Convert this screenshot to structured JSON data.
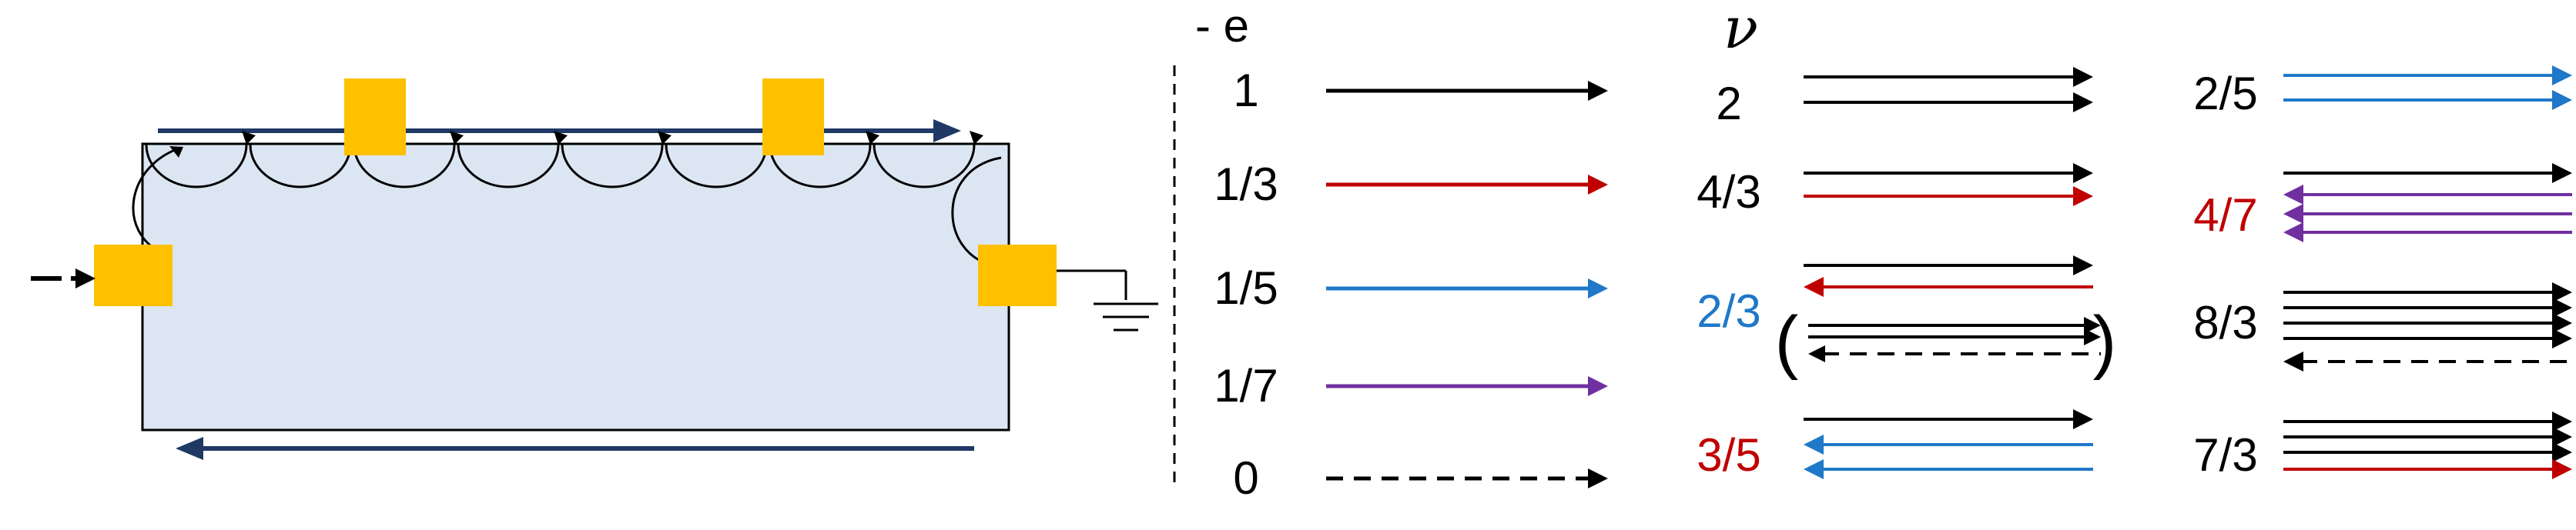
{
  "colors": {
    "black": "#000000",
    "red": "#c00000",
    "blue": "#1f78c8",
    "purple": "#7030a0",
    "navy": "#1f3864",
    "contact": "#ffc000",
    "sample": "#dce6f2"
  },
  "legend": {
    "header": "- e",
    "rows": [
      {
        "charge": "1",
        "color": "black",
        "style": "solid"
      },
      {
        "charge": "1/3",
        "color": "red",
        "style": "solid"
      },
      {
        "charge": "1/5",
        "color": "blue",
        "style": "solid"
      },
      {
        "charge": "1/7",
        "color": "purple",
        "style": "solid"
      },
      {
        "charge": "0",
        "color": "black",
        "style": "dashed"
      }
    ]
  },
  "filling_header": "ν",
  "fillings": [
    {
      "label": "2",
      "label_color": "black",
      "lines": [
        {
          "color": "black",
          "dir": "right",
          "style": "solid"
        },
        {
          "color": "black",
          "dir": "right",
          "style": "solid"
        }
      ]
    },
    {
      "label": "4/3",
      "label_color": "black",
      "lines": [
        {
          "color": "black",
          "dir": "right",
          "style": "solid"
        },
        {
          "color": "red",
          "dir": "right",
          "style": "solid"
        }
      ]
    },
    {
      "label": "2/3",
      "label_color": "blue",
      "lines": [
        {
          "color": "black",
          "dir": "right",
          "style": "solid"
        },
        {
          "color": "red",
          "dir": "left",
          "style": "solid"
        }
      ],
      "alt_lines": [
        {
          "color": "black",
          "dir": "right",
          "style": "solid"
        },
        {
          "color": "black",
          "dir": "right",
          "style": "solid"
        },
        {
          "color": "black",
          "dir": "left",
          "style": "dashed"
        }
      ],
      "paren_open": "(",
      "paren_close": ")"
    },
    {
      "label": "3/5",
      "label_color": "red",
      "lines": [
        {
          "color": "black",
          "dir": "right",
          "style": "solid"
        },
        {
          "color": "blue",
          "dir": "left",
          "style": "solid"
        },
        {
          "color": "blue",
          "dir": "left",
          "style": "solid"
        }
      ]
    },
    {
      "label": "2/5",
      "label_color": "black",
      "lines": [
        {
          "color": "blue",
          "dir": "right",
          "style": "solid"
        },
        {
          "color": "blue",
          "dir": "right",
          "style": "solid"
        }
      ]
    },
    {
      "label": "4/7",
      "label_color": "red",
      "lines": [
        {
          "color": "black",
          "dir": "right",
          "style": "solid"
        },
        {
          "color": "purple",
          "dir": "left",
          "style": "solid"
        },
        {
          "color": "purple",
          "dir": "left",
          "style": "solid"
        },
        {
          "color": "purple",
          "dir": "left",
          "style": "solid"
        }
      ]
    },
    {
      "label": "8/3",
      "label_color": "black",
      "lines": [
        {
          "color": "black",
          "dir": "right",
          "style": "solid"
        },
        {
          "color": "black",
          "dir": "right",
          "style": "solid"
        },
        {
          "color": "black",
          "dir": "right",
          "style": "solid"
        },
        {
          "color": "black",
          "dir": "right",
          "style": "solid"
        },
        {
          "color": "black",
          "dir": "left",
          "style": "dashed"
        }
      ]
    },
    {
      "label": "7/3",
      "label_color": "black",
      "lines": [
        {
          "color": "black",
          "dir": "right",
          "style": "solid"
        },
        {
          "color": "black",
          "dir": "right",
          "style": "solid"
        },
        {
          "color": "black",
          "dir": "right",
          "style": "solid"
        },
        {
          "color": "red",
          "dir": "right",
          "style": "solid"
        }
      ]
    }
  ]
}
